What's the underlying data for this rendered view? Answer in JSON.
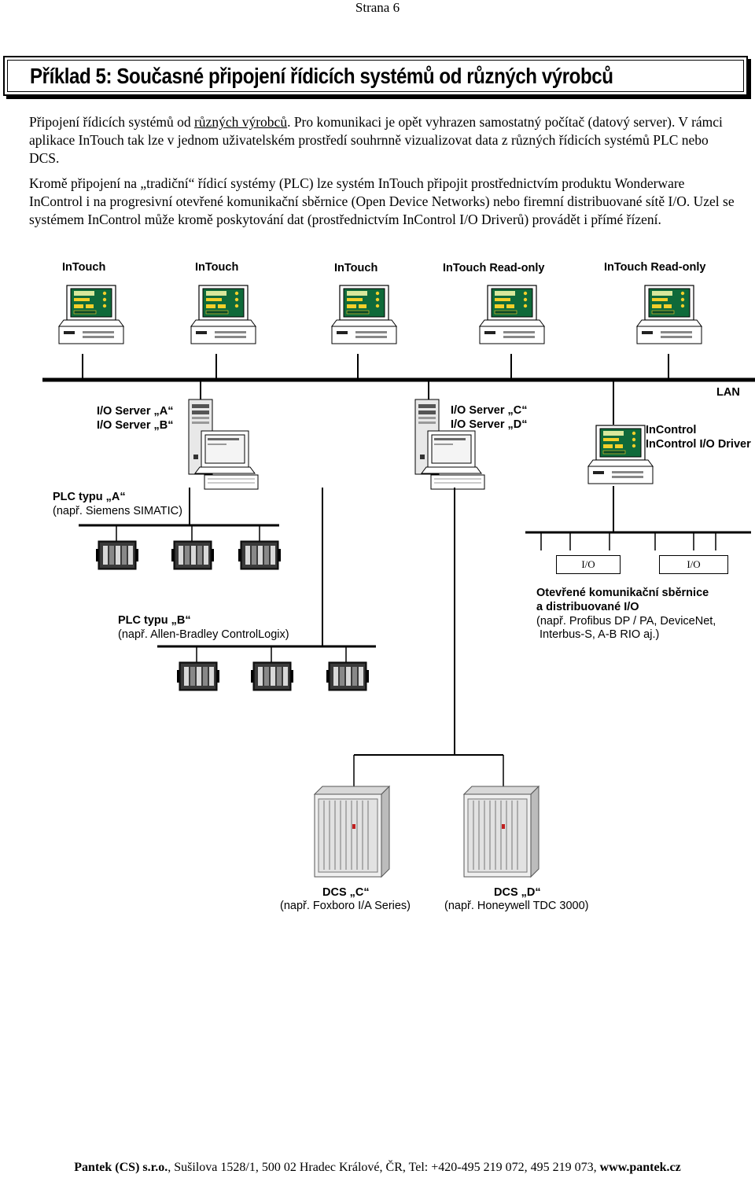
{
  "header": {
    "page_label": "Strana 6"
  },
  "title": "Příklad 5:  Současné připojení řídicích systémů od různých výrobců",
  "paragraph1": {
    "part1": "Připojení řídicích systémů od ",
    "underlined": "různých výrobců",
    "part2": ". Pro komunikaci je opět vyhrazen samostatný počítač (datový server). V rámci aplikace InTouch tak lze v jednom uživatelském prostředí souhrnně vizualizovat data z různých řídicích systémů PLC nebo DCS."
  },
  "paragraph2": "Kromě připojení na „tradiční“ řídicí systémy (PLC) lze systém InTouch připojit prostřednictvím produktu Wonderware InControl i na progresivní otevřené komunikační sběrnice (Open Device Networks) nebo firemní distribuované sítě I/O. Uzel se systémem InControl může kromě poskytování dat (prostřednictvím InControl I/O Driverů) provádět i přímé řízení.",
  "diagram": {
    "workstations": [
      "InTouch",
      "InTouch",
      "InTouch",
      "InTouch Read-only",
      "InTouch Read-only"
    ],
    "lan_label": "LAN",
    "server1": [
      "I/O Server „A“",
      "I/O Server „B“"
    ],
    "server2": [
      "I/O Server „C“",
      "I/O Server „D“"
    ],
    "incontrol": [
      "InControl",
      "InControl I/O Driver"
    ],
    "plc_a": {
      "name": "PLC typu „A“",
      "example": "(např. Siemens SIMATIC)"
    },
    "plc_b": {
      "name": "PLC typu „B“",
      "example": "(např. Allen-Bradley ControlLogix)"
    },
    "io_boxes": [
      "I/O",
      "I/O"
    ],
    "bus": {
      "title1": "Otevřené komunikační sběrnice",
      "title2": "a distribuované I/O",
      "line3": "(např. Profibus DP / PA, DeviceNet,",
      "line4": " Interbus-S, A-B RIO aj.)"
    },
    "dcs_c": {
      "name": "DCS „C“",
      "example": "(např. Foxboro I/A Series)"
    },
    "dcs_d": {
      "name": "DCS „D“",
      "example": "(např. Honeywell TDC 3000)"
    }
  },
  "footer": {
    "company": "Pantek (CS) s.r.o.",
    "address": ", Sušilova 1528/1, 500 02 Hradec Králové, ČR, Tel: +420-495 219 072, 495 219 073, ",
    "web": "www.pantek.cz"
  }
}
